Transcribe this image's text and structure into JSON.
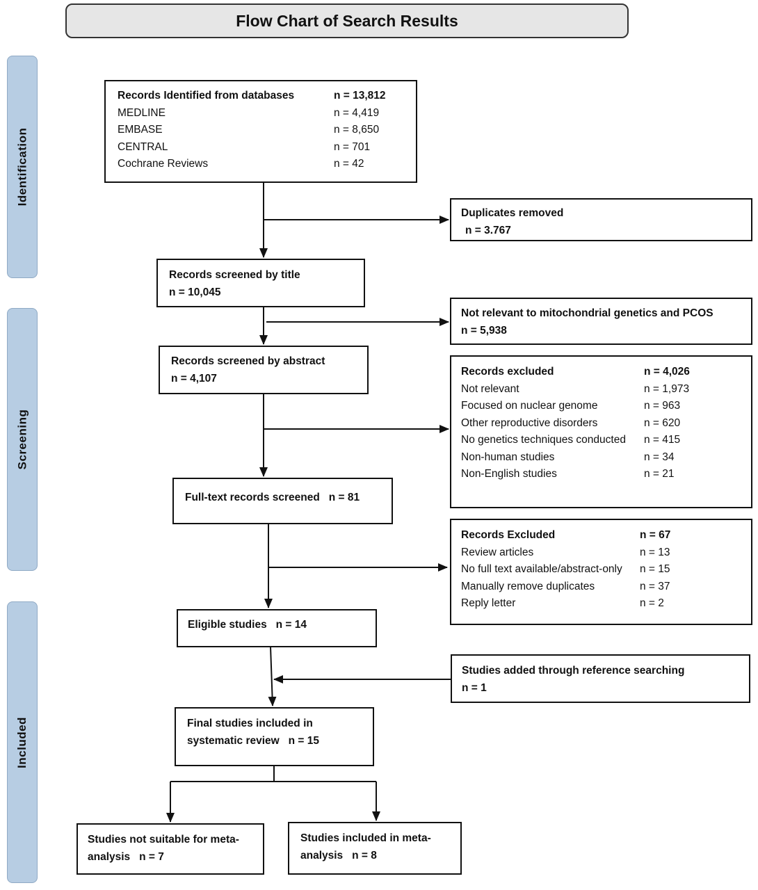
{
  "title": "Flow Chart of Search Results",
  "phases": {
    "identification": "Identification",
    "screening": "Screening",
    "included": "Included"
  },
  "identified": {
    "title": "Records Identified from databases",
    "total": "n = 13,812",
    "items": [
      {
        "label": "MEDLINE",
        "value": "n = 4,419"
      },
      {
        "label": "EMBASE",
        "value": "n = 8,650"
      },
      {
        "label": "CENTRAL",
        "value": "n = 701"
      },
      {
        "label": "Cochrane Reviews",
        "value": "n = 42"
      }
    ]
  },
  "duplicates": {
    "label": "Duplicates removed",
    "value": "n = 3.767"
  },
  "screened_title": {
    "label": "Records screened by title",
    "value": "n = 10,045"
  },
  "not_relevant": {
    "label": "Not relevant to mitochondrial genetics and PCOS",
    "value": "n = 5,938"
  },
  "screened_abstract": {
    "label": "Records screened by abstract",
    "value": "n = 4,107"
  },
  "excluded_abstract": {
    "title": "Records excluded",
    "total": "n = 4,026",
    "items": [
      {
        "label": "Not relevant",
        "value": "n = 1,973"
      },
      {
        "label": "Focused on nuclear genome",
        "value": "n = 963"
      },
      {
        "label": "Other reproductive disorders",
        "value": "n = 620"
      },
      {
        "label": "No genetics techniques conducted",
        "value": "n = 415"
      },
      {
        "label": "Non-human studies",
        "value": "n = 34"
      },
      {
        "label": "Non-English studies",
        "value": "n = 21"
      }
    ]
  },
  "fulltext": {
    "label": "Full-text records screened",
    "value": "n = 81"
  },
  "excluded_fulltext": {
    "title": "Records Excluded",
    "total": "n = 67",
    "items": [
      {
        "label": "Review articles",
        "value": "n = 13"
      },
      {
        "label": "No full text available/abstract-only",
        "value": "n = 15"
      },
      {
        "label": "Manually remove duplicates",
        "value": "n = 37"
      },
      {
        "label": "Reply letter",
        "value": "n = 2"
      }
    ]
  },
  "eligible": {
    "label": "Eligible studies",
    "value": "n = 14"
  },
  "added": {
    "label": "Studies added through reference searching",
    "value": "n = 1"
  },
  "final": {
    "label_line1": "Final studies included in",
    "label_line2": "systematic review",
    "value": "n = 15"
  },
  "not_meta": {
    "label_line1": "Studies not suitable for meta-",
    "label_line2": "analysis",
    "value": "n = 7"
  },
  "meta": {
    "label_line1": "Studies included in meta-",
    "label_line2": "analysis",
    "value": "n = 8"
  }
}
